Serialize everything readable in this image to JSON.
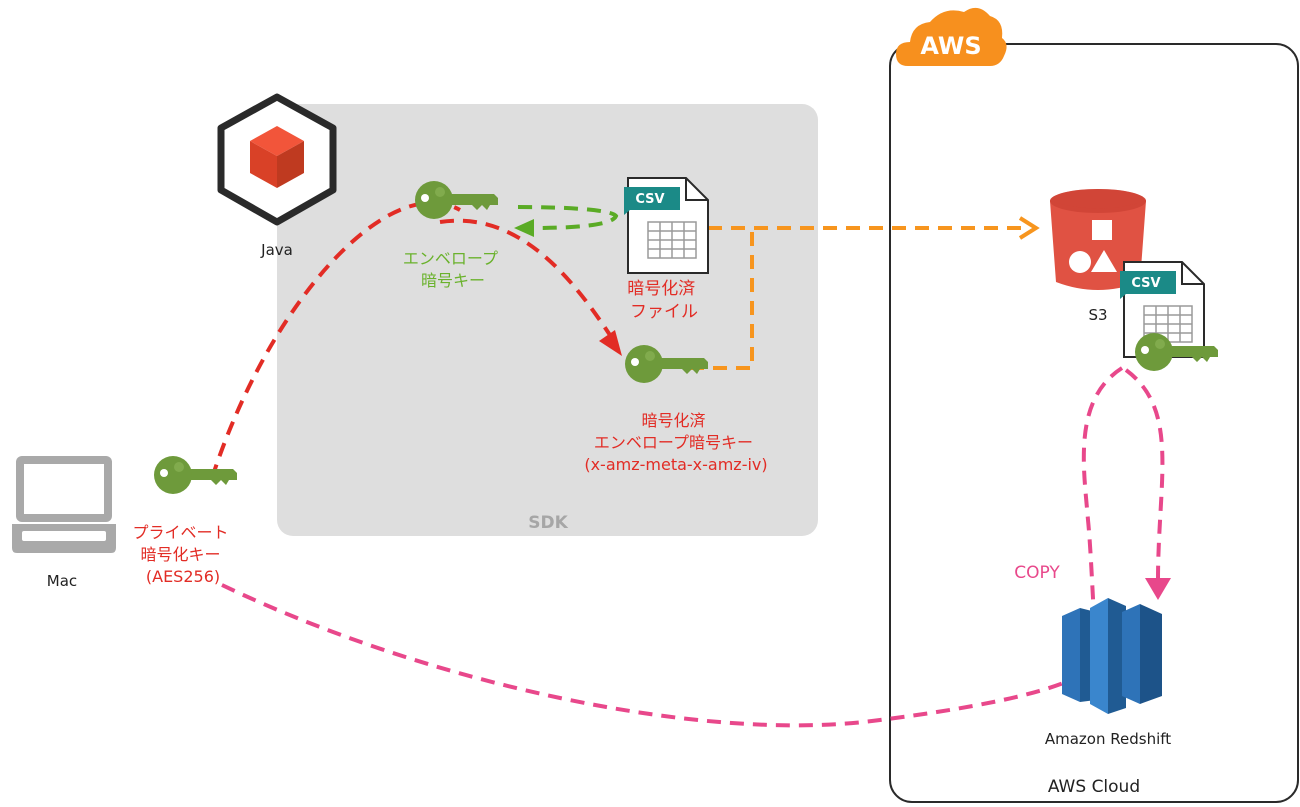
{
  "colors": {
    "background": "#ffffff",
    "sdk_panel": "#dedede",
    "key_green": "#6e9a3b",
    "red": "#e22c25",
    "green_label": "#6ab22c",
    "orange": "#f7951e",
    "pink": "#e8488b",
    "s3_red": "#e05243",
    "redshift_blue": "#2e73b8",
    "aws_orange": "#f7901e",
    "csv_teal": "#1b8a87",
    "text_dark": "#222222",
    "sdk_label": "#a6a6a6"
  },
  "icons": {
    "java": "java-cube-icon",
    "mac": "laptop-icon",
    "keys": "key-icon",
    "file": "csv-file-icon",
    "s3": "s3-bucket-icon",
    "redshift": "redshift-icon",
    "aws": "aws-cloud-icon"
  },
  "labels": {
    "aws_badge": "AWS",
    "java": "Java",
    "sdk": "SDK",
    "mac": "Mac",
    "envelope_key": [
      "エンベロープ",
      "暗号キー"
    ],
    "encrypted_file": [
      "暗号化済",
      "ファイル"
    ],
    "encrypted_envelope_key": [
      "暗号化済",
      "エンベロープ暗号キー",
      "(x-amz-meta-x-amz-iv)"
    ],
    "private_key": [
      "プライベート",
      "暗号化キー",
      "(AES256)"
    ],
    "s3": "S3",
    "copy": "COPY",
    "redshift": "Amazon Redshift",
    "aws_cloud": "AWS Cloud",
    "csv": "CSV"
  }
}
